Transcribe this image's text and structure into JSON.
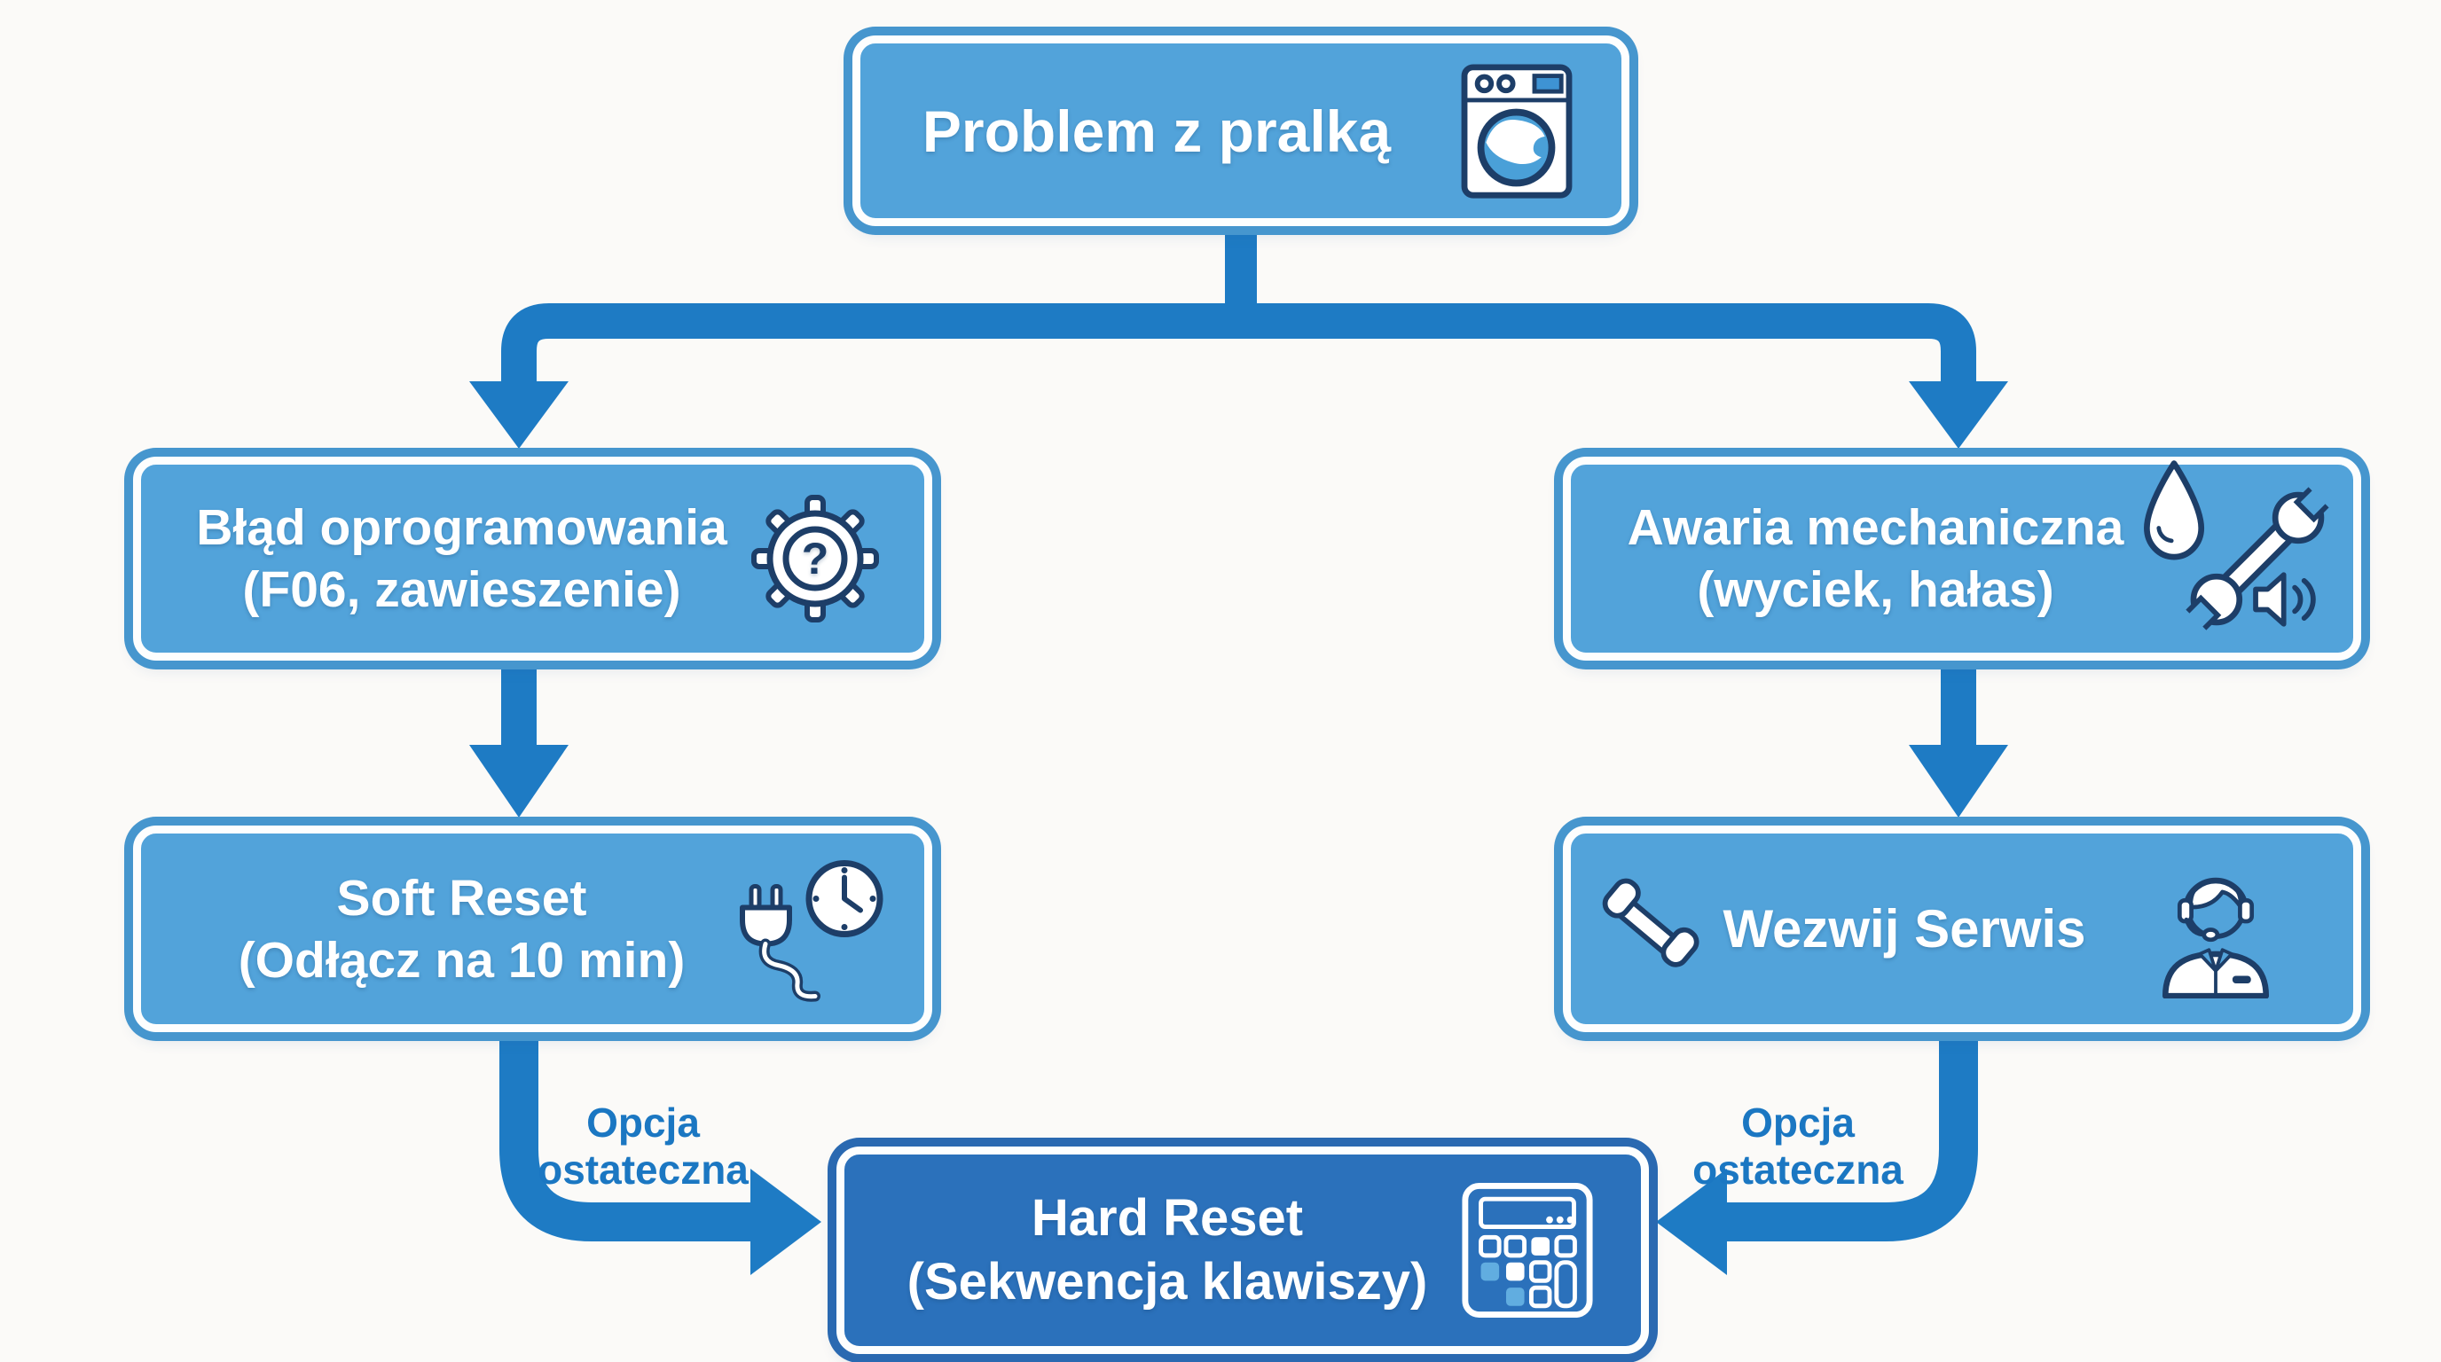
{
  "palette": {
    "background": "#fbfaf8",
    "node_fill": "#52a3da",
    "node_outer_ring": "#4696ce",
    "node_dark_fill": "#2b71bb",
    "node_dark_ring": "#2a69b1",
    "arrow_blue": "#1e7bc4",
    "label_blue": "#1b77c2",
    "icon_outline_navy": "#1d3e68",
    "text_white": "#ffffff"
  },
  "nodes": {
    "root": {
      "label": "Problem z pralką",
      "icon": "washing-machine"
    },
    "software_error": {
      "line1": "Błąd oprogramowania",
      "line2": "(F06, zawieszenie)",
      "icon": "gear-question"
    },
    "mechanical_failure": {
      "line1": "Awaria mechaniczna",
      "line2": "(wyciek, hałas)",
      "icons": "water-drop, wrench, speaker"
    },
    "soft_reset": {
      "line1": "Soft Reset",
      "line2": "(Odłącz na 10 min)",
      "icons": "power-plug, clock"
    },
    "call_service": {
      "label": "Wezwij Serwis",
      "icons": "phone-handset, support-agent"
    },
    "hard_reset": {
      "line1": "Hard Reset",
      "line2": "(Sekwencja klawiszy)",
      "icon": "keypad"
    }
  },
  "edge_labels": {
    "left": {
      "line1": "Opcja",
      "line2": "ostateczna"
    },
    "right": {
      "line1": "Opcja",
      "line2": "ostateczna"
    }
  },
  "icons": {
    "gear_question_glyph": "?"
  }
}
